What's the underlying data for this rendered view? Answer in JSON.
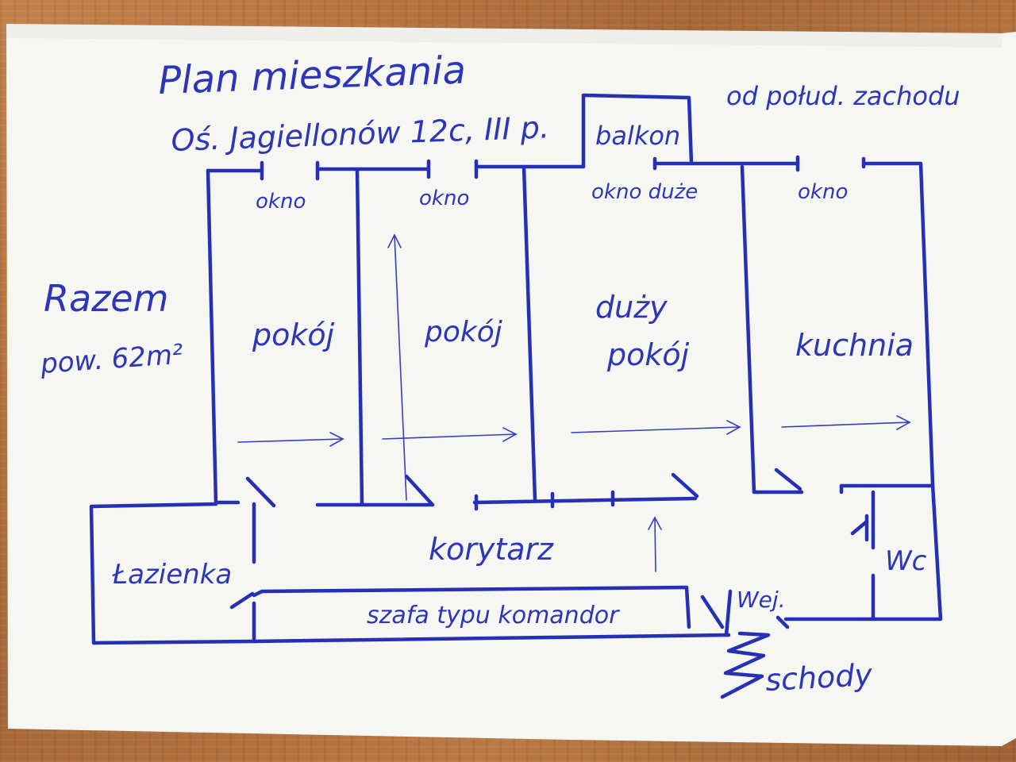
{
  "title": {
    "line1": "Plan mieszkania",
    "line2": "Oś. Jagiellonów 12c, III p."
  },
  "orientation_note": "od połud. zachodu",
  "total": {
    "line1": "Razem",
    "line2": "pow. 62m²"
  },
  "balcony": "balkon",
  "windows": [
    "okno",
    "okno",
    "okno duże",
    "okno"
  ],
  "rooms": {
    "room1": "pokój",
    "room2": "pokój",
    "living_line1": "duży",
    "living_line2": "pokój",
    "kitchen": "kuchnia",
    "corridor": "korytarz",
    "bathroom": "Łazienka",
    "wc": "Wc",
    "wardrobe": "szafa typu komandor",
    "entrance": "Wej.",
    "stairs": "schody"
  },
  "colors": {
    "ink": "#2630b5",
    "paper": "#f7f7f5",
    "wood": "#b5743f"
  }
}
